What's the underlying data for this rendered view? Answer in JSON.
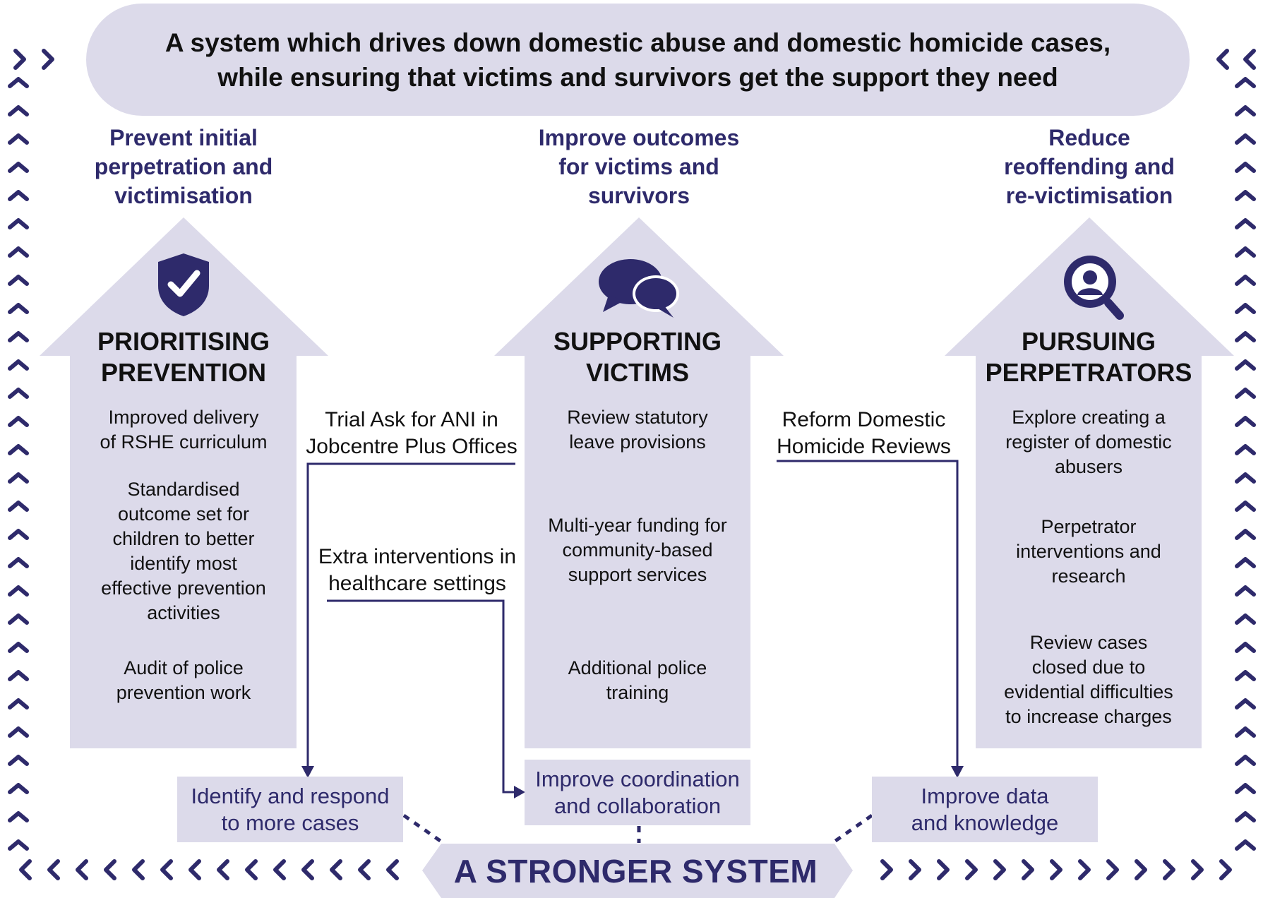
{
  "banner": {
    "line1": "A system which drives down domestic abuse and domestic homicide cases,",
    "line2": "while ensuring that victims and survivors get the support they need"
  },
  "goals": [
    {
      "lines": [
        "Prevent initial",
        "perpetration and",
        "victimisation"
      ]
    },
    {
      "lines": [
        "Improve outcomes",
        "for victims and",
        "survivors"
      ]
    },
    {
      "lines": [
        "Reduce",
        "reoffending and",
        "re-victimisation"
      ]
    }
  ],
  "pillars": [
    {
      "icon": "shield-check-icon",
      "title_lines": [
        "PRIORITISING",
        "PREVENTION"
      ],
      "items": [
        [
          "Improved delivery",
          "of RSHE curriculum"
        ],
        [
          "Standardised",
          "outcome set for",
          "children to better",
          "identify most",
          "effective prevention",
          "activities"
        ],
        [
          "Audit of police",
          "prevention work"
        ]
      ]
    },
    {
      "icon": "speech-bubbles-icon",
      "title_lines": [
        "SUPPORTING",
        "VICTIMS"
      ],
      "items": [
        [
          "Review statutory",
          "leave provisions"
        ],
        [
          "Multi-year funding for",
          "community-based",
          "support services"
        ],
        [
          "Additional police",
          "training"
        ]
      ]
    },
    {
      "icon": "magnifier-person-icon",
      "title_lines": [
        "PURSUING",
        "PERPETRATORS"
      ],
      "items": [
        [
          "Explore creating a",
          "register of domestic",
          "abusers"
        ],
        [
          "Perpetrator",
          "interventions and",
          "research"
        ],
        [
          "Review cases",
          "closed due to",
          "evidential difficulties",
          "to increase charges"
        ]
      ]
    }
  ],
  "cross_cutting": [
    {
      "lines": [
        "Trial Ask for ANI in",
        "Jobcentre Plus Offices"
      ]
    },
    {
      "lines": [
        "Extra interventions in",
        "healthcare settings"
      ]
    },
    {
      "lines": [
        "Reform Domestic",
        "Homicide Reviews"
      ]
    }
  ],
  "outcomes": [
    {
      "lines": [
        "Identify and respond",
        "to more cases"
      ]
    },
    {
      "lines": [
        "Improve coordination",
        "and collaboration"
      ]
    },
    {
      "lines": [
        "Improve data",
        "and knowledge"
      ]
    }
  ],
  "footer": {
    "label": "A STRONGER SYSTEM"
  },
  "colors": {
    "navy": "#2e2a6b",
    "lavender": "#dcdaea"
  }
}
